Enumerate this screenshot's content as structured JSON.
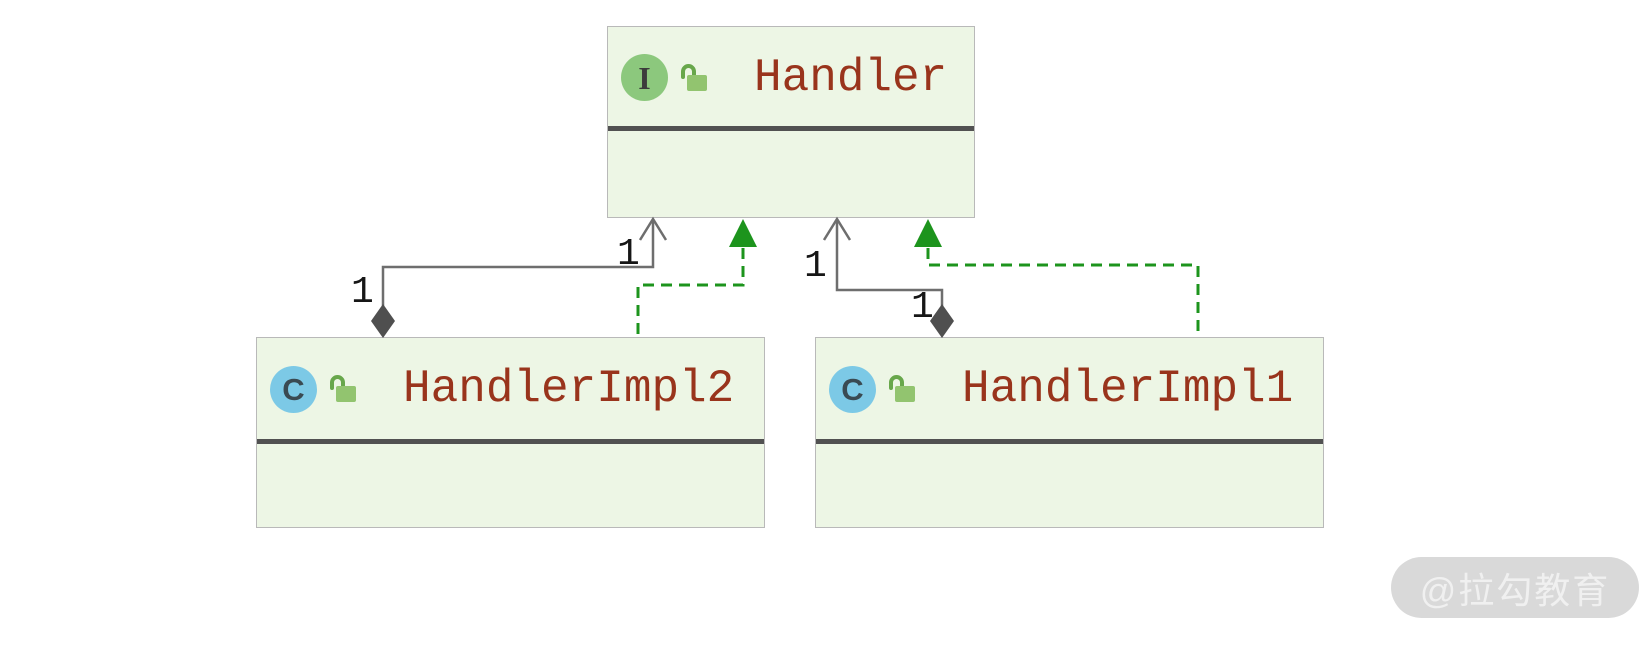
{
  "diagram": {
    "kind": "uml-class-diagram",
    "nodes": [
      {
        "name": "Handler",
        "stereotype": "interface",
        "badge_letter": "I",
        "visibility_icon": "open-lock-icon",
        "fields": [],
        "methods": []
      },
      {
        "name": "HandlerImpl2",
        "stereotype": "class",
        "badge_letter": "C",
        "visibility_icon": "open-lock-icon",
        "fields": [],
        "methods": []
      },
      {
        "name": "HandlerImpl1",
        "stereotype": "class",
        "badge_letter": "C",
        "visibility_icon": "open-lock-icon",
        "fields": [],
        "methods": []
      }
    ],
    "relationships": [
      {
        "from": "HandlerImpl2",
        "to": "Handler",
        "type": "realization",
        "style": "green-dashed-solid-triangle"
      },
      {
        "from": "HandlerImpl1",
        "to": "Handler",
        "type": "realization",
        "style": "green-dashed-solid-triangle"
      },
      {
        "from": "HandlerImpl2",
        "to": "Handler",
        "type": "aggregation",
        "style": "gray-solid-open-arrow-with-diamond",
        "from_multiplicity": "1",
        "to_multiplicity": "1"
      },
      {
        "from": "HandlerImpl1",
        "to": "Handler",
        "type": "aggregation",
        "style": "gray-solid-open-arrow-with-diamond",
        "from_multiplicity": "1",
        "to_multiplicity": "1"
      }
    ],
    "multiplicity_labels": [
      {
        "text": "1"
      },
      {
        "text": "1"
      },
      {
        "text": "1"
      },
      {
        "text": "1"
      }
    ],
    "colors": {
      "canvas": "#ffffff",
      "node_fill": "#edf6e5",
      "node_border": "#b9b9b9",
      "divider": "#515151",
      "name_text": "#99341c",
      "interface_badge": "#8cc87d",
      "class_badge": "#7cc9e6",
      "lock_body_green": "#92c46f",
      "lock_shackle_green": "#68a74b",
      "realization_green": "#1d941d",
      "association_gray": "#6e6e6e",
      "diamond_fill": "#4f4f4f",
      "watermark_bg": "#d9d9d9",
      "watermark_text": "#f0f0f0"
    },
    "watermark": {
      "text": "@拉勾教育"
    }
  }
}
